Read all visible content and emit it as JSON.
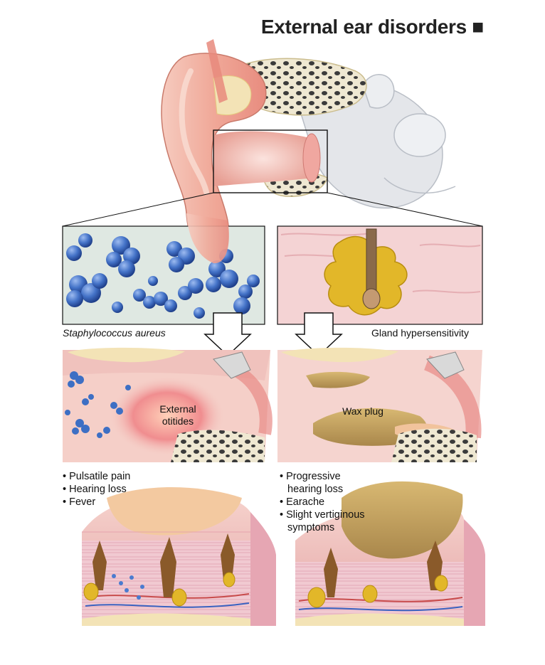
{
  "title": "External ear disorders ■",
  "caption_left": "Staphylococcus aureus",
  "caption_right": "Gland hypersensitivity",
  "label_left": [
    "External",
    "otitides"
  ],
  "label_right": "Wax plug",
  "symptoms_left": [
    "Pulsatile pain",
    "Hearing loss",
    "Fever"
  ],
  "symptoms_right": [
    "Progressive",
    "hearing loss",
    "Earache",
    "Slight vertiginous",
    "symptoms"
  ],
  "colors": {
    "skin": "#f2b3a6",
    "cartilage": "#f3e3b6",
    "bacteria": "#3d6fc4",
    "gland": "#e2b729",
    "panel_left_bg": "#dfe8e2",
    "panel_right_bg": "#f4d3d4"
  }
}
